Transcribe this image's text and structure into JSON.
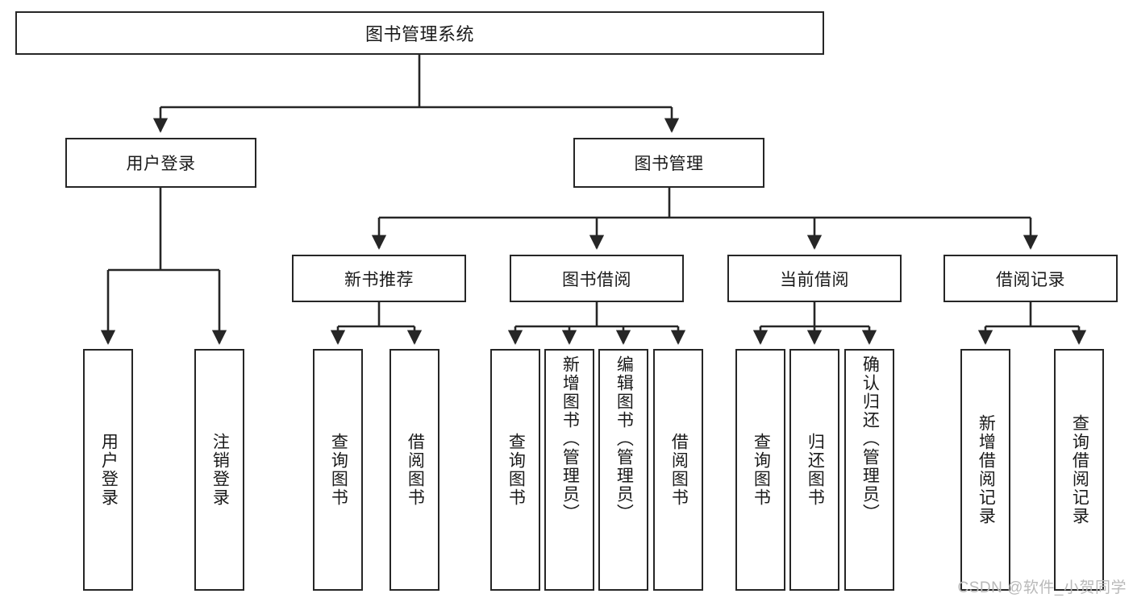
{
  "diagram": {
    "type": "tree-flowchart",
    "title_node": {
      "label": "图书管理系统"
    },
    "level1": [
      {
        "label": "用户登录"
      },
      {
        "label": "图书管理"
      }
    ],
    "level2": [
      {
        "label": "新书推荐"
      },
      {
        "label": "图书借阅"
      },
      {
        "label": "当前借阅"
      },
      {
        "label": "借阅记录"
      }
    ],
    "leaves": {
      "user_login": [
        {
          "label": "用户登录"
        },
        {
          "label": "注销登录"
        }
      ],
      "new_book_recommend": [
        {
          "label": "查询图书"
        },
        {
          "label": "借阅图书"
        }
      ],
      "book_borrow": [
        {
          "label": "查询图书"
        },
        {
          "label": "新增图书（管理员）"
        },
        {
          "label": "编辑图书（管理员）"
        },
        {
          "label": "借阅图书"
        }
      ],
      "current_borrow": [
        {
          "label": "查询图书"
        },
        {
          "label": "归还图书"
        },
        {
          "label": "确认归还（管理员）"
        }
      ],
      "borrow_record": [
        {
          "label": "新增借阅记录"
        },
        {
          "label": "查询借阅记录"
        }
      ]
    }
  },
  "watermark": {
    "text": "CSDN @软件_小贺同学"
  },
  "colors": {
    "stroke": "#262626",
    "text": "#1a1a1a",
    "background": "#ffffff",
    "watermark": "#b9b9b9"
  }
}
